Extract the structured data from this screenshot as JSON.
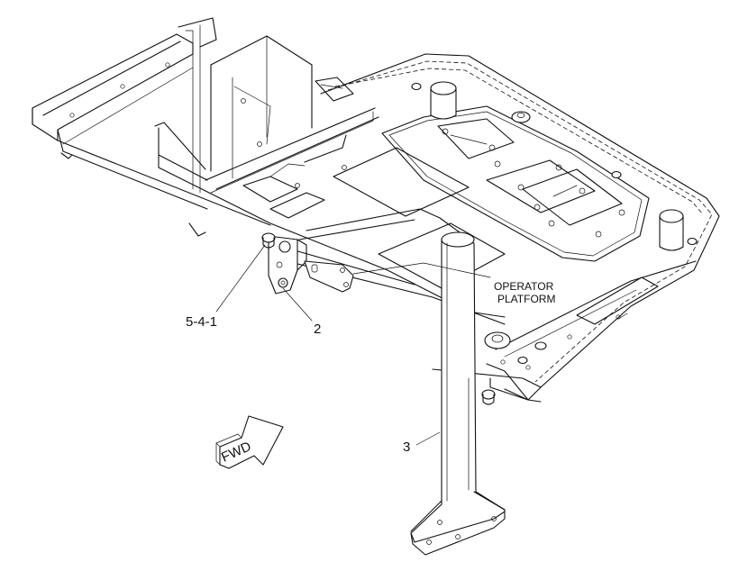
{
  "callouts": {
    "c541": "5-4-1",
    "c2": "2",
    "c3": "3",
    "platform_line1": "OPERATOR",
    "platform_line2": "PLATFORM"
  },
  "fwd_label": "FWD",
  "icons": {
    "fwd": "forward-direction-arrow-icon"
  },
  "colors": {
    "line": "#111111",
    "background": "#ffffff"
  }
}
